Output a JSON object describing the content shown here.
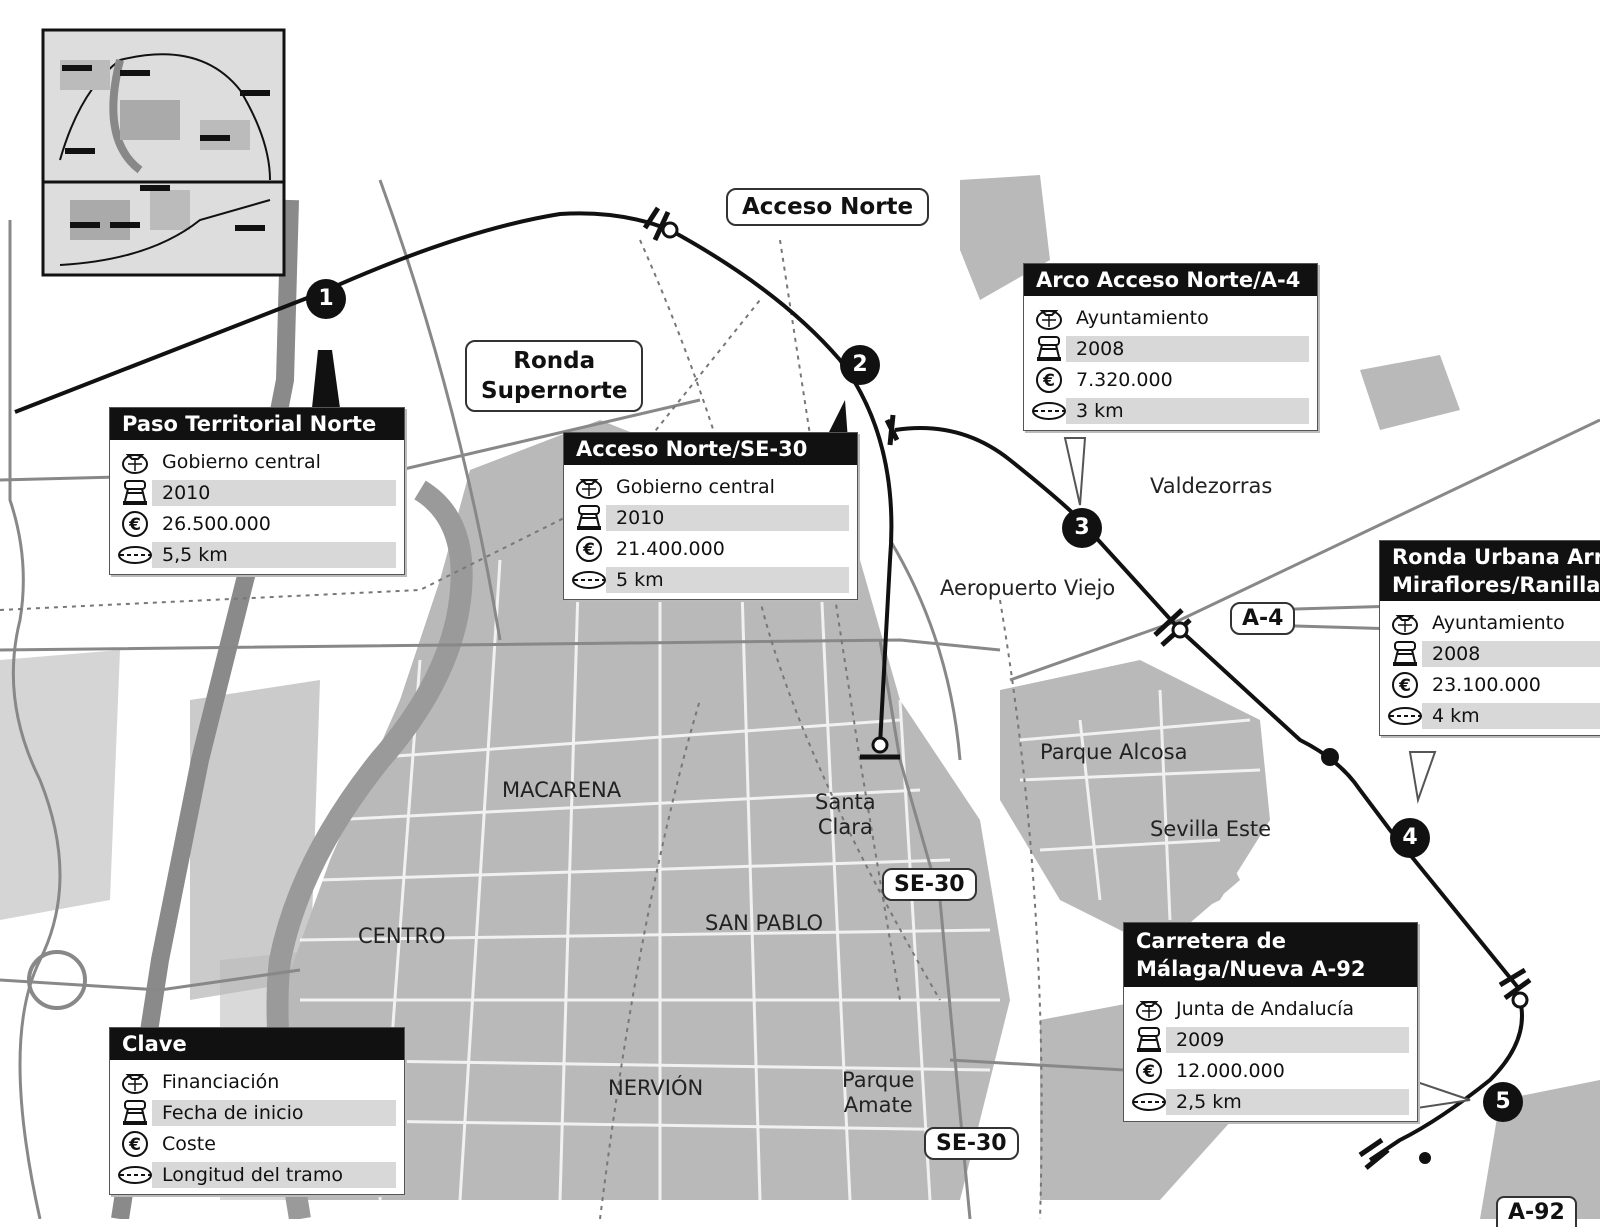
{
  "labels": {
    "acceso_norte": "Acceso Norte",
    "ronda_supernorte": [
      "Ronda",
      "Supernorte"
    ],
    "valdezorras": "Valdezorras",
    "aeropuerto_viejo": "Aeropuerto Viejo",
    "parque_alcosa": "Parque Alcosa",
    "sevilla_este": "Sevilla Este",
    "macarena": "MACARENA",
    "santa_clara": [
      "Santa",
      "Clara"
    ],
    "san_pablo": "SAN PABLO",
    "centro": "CENTRO",
    "nervion": "NERVIÓN",
    "parque_amate": [
      "Parque",
      "Amate"
    ]
  },
  "roads": {
    "a4": "A-4",
    "se30_1": "SE-30",
    "se30_2": "SE-30",
    "a92": "A-92"
  },
  "markers": [
    "1",
    "2",
    "3",
    "4",
    "5"
  ],
  "cards": {
    "paso_territorial": {
      "title": "Paso Territorial Norte",
      "financing": "Gobierno central",
      "start": "2010",
      "cost": "26.500.000",
      "length": "5,5 km"
    },
    "acceso_norte_se30": {
      "title": "Acceso Norte/SE-30",
      "financing": "Gobierno central",
      "start": "2010",
      "cost": "21.400.000",
      "length": "5 km"
    },
    "arco_acceso": {
      "title": "Arco Acceso Norte/A-4",
      "financing": "Ayuntamiento",
      "start": "2008",
      "cost": "7.320.000",
      "length": "3 km"
    },
    "ronda_urbana": {
      "title": [
        "Ronda Urbana Arro",
        "Miraflores/Ranilla"
      ],
      "financing": "Ayuntamiento",
      "start": "2008",
      "cost": "23.100.000",
      "length": "4 km"
    },
    "carretera_malaga": {
      "title": [
        "Carretera de",
        "Málaga/Nueva A-92"
      ],
      "financing": "Junta de Andalucía",
      "start": "2009",
      "cost": "12.000.000",
      "length": "2,5 km"
    },
    "clave": {
      "title": "Clave",
      "financing": "Financiación",
      "start": "Fecha de inicio",
      "cost": "Coste",
      "length": "Longitud del tramo"
    }
  },
  "icons": {
    "financing": "money-bag-icon",
    "start": "excavator-icon",
    "cost": "euro-icon",
    "length": "road-icon"
  }
}
